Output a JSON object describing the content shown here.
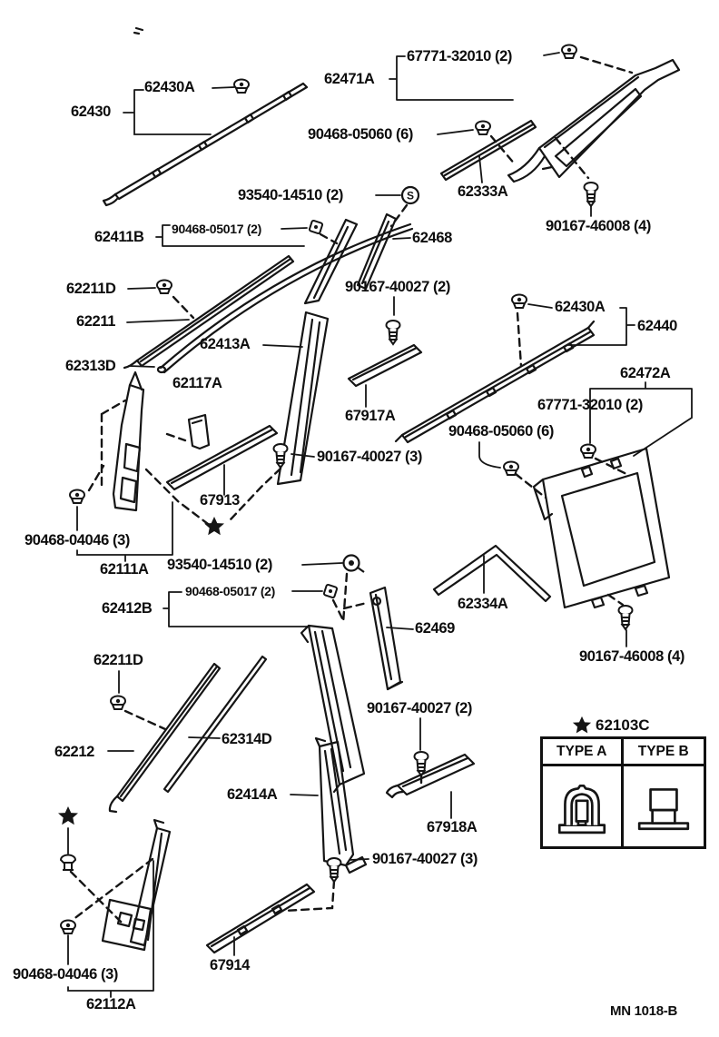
{
  "diagram": {
    "title": "body side trim parts diagram",
    "footer_code": "MN 1018-B"
  },
  "legend": {
    "star_part": "62103C",
    "col_a": "TYPE A",
    "col_b": "TYPE B"
  },
  "icons": {
    "s_marker": "S",
    "star": "★",
    "clip": "trim-clip",
    "screw": "screw-fastener",
    "grommet": "grommet"
  },
  "labels": {
    "62430A_a": "62430A",
    "62430": "62430",
    "62471A": "62471A",
    "67771_a": "67771-32010 (2)",
    "05060_a": "90468-05060 (6)",
    "62333A": "62333A",
    "46008_a": "90167-46008 (4)",
    "93540_a": "93540-14510 (2)",
    "62411B": "62411B",
    "05017_a": "90468-05017 (2)",
    "62468": "62468",
    "62211D_a": "62211D",
    "62211": "62211",
    "62313D": "62313D",
    "62413A": "62413A",
    "40027_2_a": "90167-40027 (2)",
    "62430A_b": "62430A",
    "62440": "62440",
    "62117A": "62117A",
    "67917A": "67917A",
    "62472A": "62472A",
    "67771_b": "67771-32010 (2)",
    "05060_b": "90468-05060 (6)",
    "40027_3_a": "90167-40027 (3)",
    "67913": "67913",
    "04046_a": "90468-04046 (3)",
    "62111A": "62111A",
    "93540_b": "93540-14510 (2)",
    "05017_b": "90468-05017 (2)",
    "62412B": "62412B",
    "62469": "62469",
    "62334A": "62334A",
    "46008_b": "90167-46008 (4)",
    "62211D_b": "62211D",
    "62212": "62212",
    "62314D": "62314D",
    "62414A": "62414A",
    "40027_2_b": "90167-40027 (2)",
    "67918A": "67918A",
    "40027_3_b": "90167-40027 (3)",
    "67914": "67914",
    "04046_b": "90468-04046 (3)",
    "62112A": "62112A"
  }
}
